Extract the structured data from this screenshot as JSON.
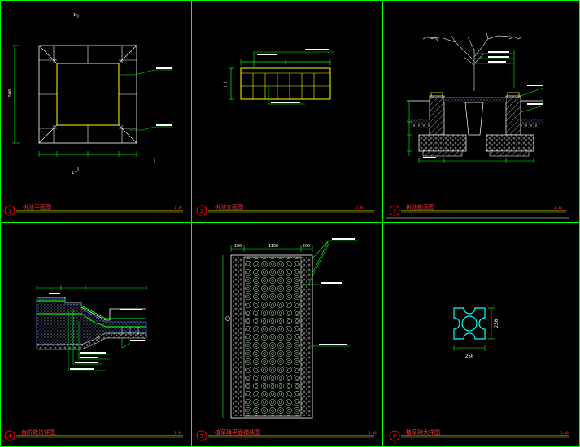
{
  "panels": [
    {
      "num": "1",
      "title": "树池平面图",
      "scale": "1:30"
    },
    {
      "num": "2",
      "title": "树池立面图",
      "scale": "1:30"
    },
    {
      "num": "3",
      "title": "树池剖面图",
      "scale": "1:30"
    },
    {
      "num": "4",
      "title": "台阶做法详图",
      "scale": "1:30"
    },
    {
      "num": "5",
      "title": "植草砖平面铺装图",
      "scale": "1:30"
    },
    {
      "num": "6",
      "title": "植草砖大样图",
      "scale": "1:10"
    }
  ],
  "dims": {
    "p1_height": "1500",
    "p5_width": "1100",
    "p5_left": "200",
    "p5_right": "200",
    "p6_width": "250",
    "p6_height": "250"
  },
  "colors": {
    "frame": "#00ff00",
    "dimension": "#00ff00",
    "outline": "#ffff00",
    "text": "#ffffff",
    "title_line": "#ffff00",
    "circle": "#ff0000",
    "accent": "#00ffff"
  }
}
